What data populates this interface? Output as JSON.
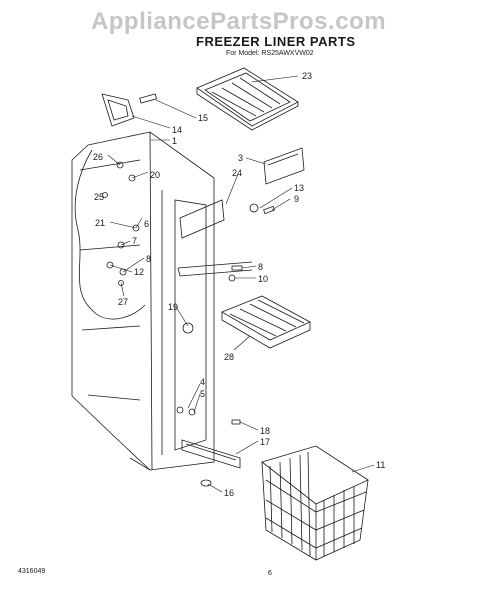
{
  "watermark": "AppliancePartsPros.com",
  "title": "FREEZER LINER PARTS",
  "subtitle": "For Model: RS25AWXVW02",
  "footer_code": "4316049",
  "page_number": "6",
  "callouts": [
    "23",
    "15",
    "14",
    "1",
    "3",
    "24",
    "26",
    "20",
    "25",
    "13",
    "9",
    "21",
    "6",
    "7",
    "8",
    "12",
    "27",
    "8",
    "10",
    "19",
    "28",
    "4",
    "5",
    "18",
    "17",
    "11",
    "16"
  ],
  "colors": {
    "ink": "#1a1a1a",
    "watermark": "#c6c6c6"
  }
}
